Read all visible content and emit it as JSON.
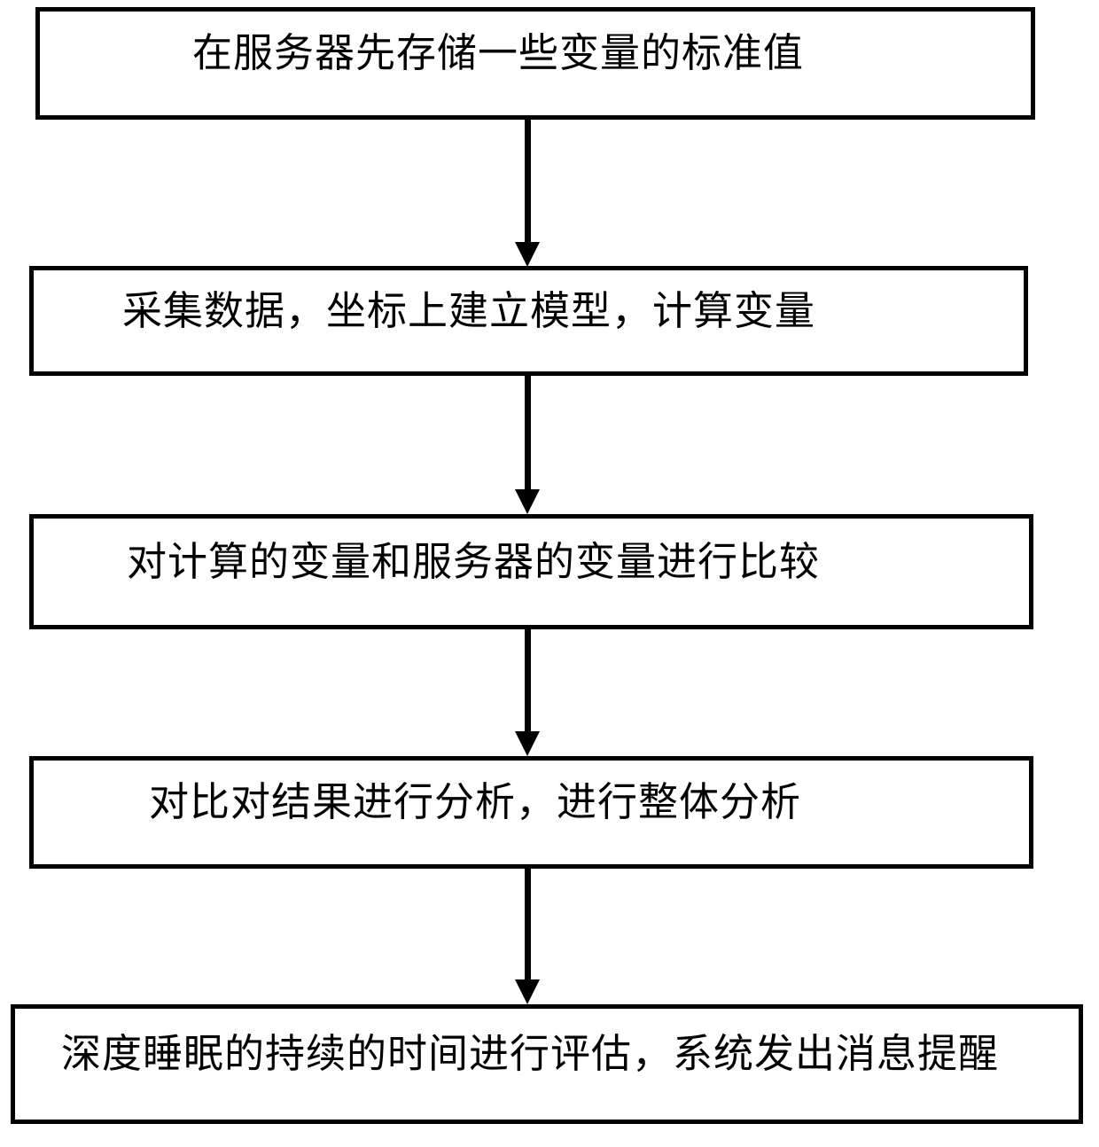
{
  "diagram": {
    "type": "flowchart",
    "background_color": "#ffffff",
    "line_color": "#000000",
    "steps": [
      {
        "id": 1,
        "label": "在服务器先存储一些变量的标准值"
      },
      {
        "id": 2,
        "label": "采集数据，坐标上建立模型，计算变量"
      },
      {
        "id": 3,
        "label": "对计算的变量和服务器的变量进行比较"
      },
      {
        "id": 4,
        "label": "对比对结果进行分析，进行整体分析"
      },
      {
        "id": 5,
        "label": "深度睡眠的持续的时间进行评估，系统发出消息提醒"
      }
    ],
    "connections": [
      {
        "from": 1,
        "to": 2,
        "style": "arrow-down"
      },
      {
        "from": 2,
        "to": 3,
        "style": "arrow-down"
      },
      {
        "from": 3,
        "to": 4,
        "style": "arrow-down"
      },
      {
        "from": 4,
        "to": 5,
        "style": "arrow-down"
      }
    ]
  }
}
